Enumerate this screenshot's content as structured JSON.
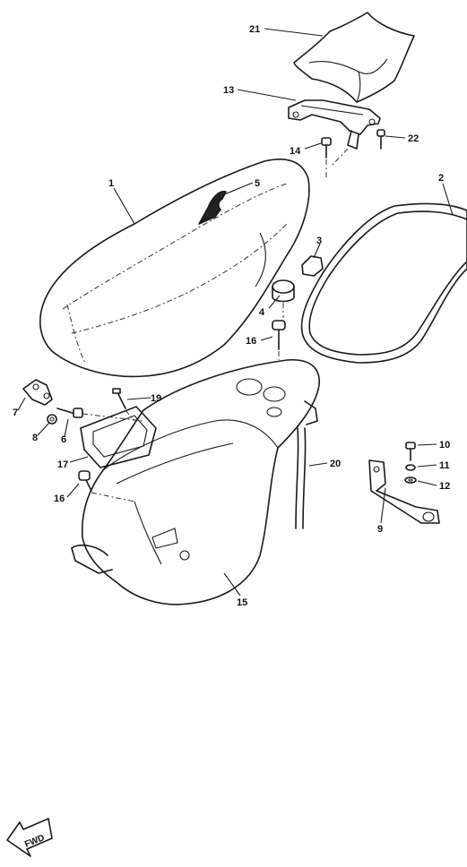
{
  "diagram": {
    "callouts": [
      {
        "id": "c1",
        "label": "1"
      },
      {
        "id": "c2",
        "label": "2"
      },
      {
        "id": "c3",
        "label": "3"
      },
      {
        "id": "c4",
        "label": "4"
      },
      {
        "id": "c5",
        "label": "5"
      },
      {
        "id": "c6",
        "label": "6"
      },
      {
        "id": "c7",
        "label": "7"
      },
      {
        "id": "c8",
        "label": "8"
      },
      {
        "id": "c9",
        "label": "9"
      },
      {
        "id": "c10",
        "label": "10"
      },
      {
        "id": "c11",
        "label": "11"
      },
      {
        "id": "c12",
        "label": "12"
      },
      {
        "id": "c13",
        "label": "13"
      },
      {
        "id": "c14",
        "label": "14"
      },
      {
        "id": "c15",
        "label": "15"
      },
      {
        "id": "c16a",
        "label": "16"
      },
      {
        "id": "c16b",
        "label": "16"
      },
      {
        "id": "c17",
        "label": "17"
      },
      {
        "id": "c19",
        "label": "19"
      },
      {
        "id": "c20",
        "label": "20"
      },
      {
        "id": "c21",
        "label": "21"
      },
      {
        "id": "c22",
        "label": "22"
      }
    ],
    "direction_arrow": {
      "label": "FWD",
      "icon": "forward-arrow-icon"
    }
  }
}
